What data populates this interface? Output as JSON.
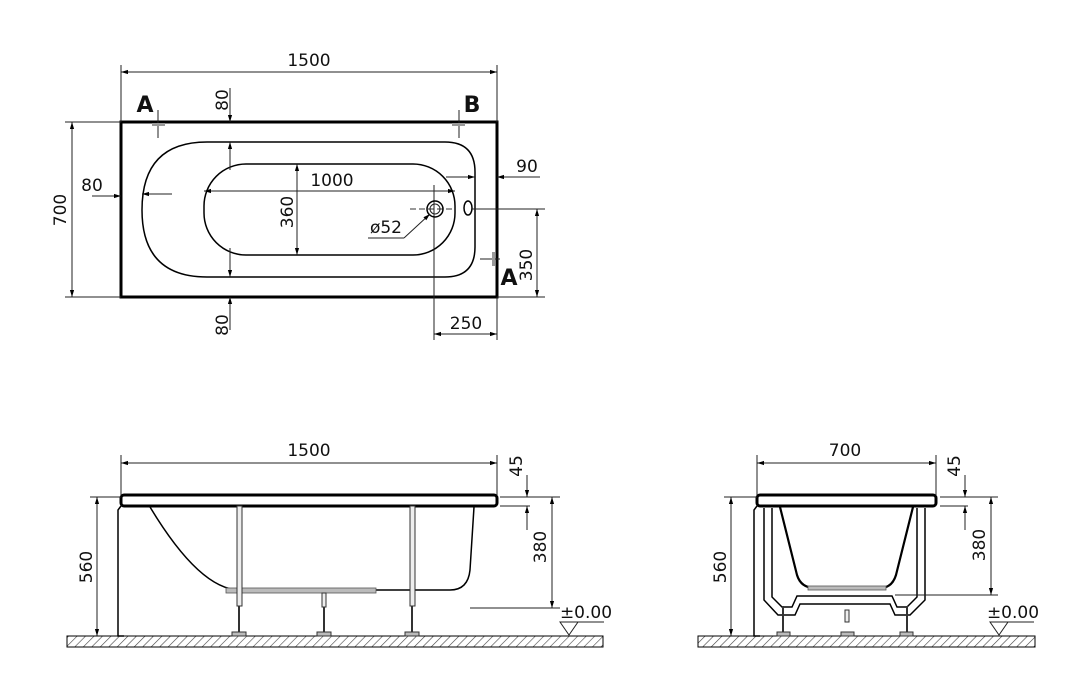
{
  "top_view": {
    "length": "1500",
    "width": "700",
    "rim_top": "80",
    "rim_bottom": "80",
    "rim_left": "80",
    "rim_right": "90",
    "inner_length": "1000",
    "inner_width": "360",
    "drain_diameter": "ø52",
    "drain_from_side": "350",
    "drain_from_end": "250",
    "section_a": "A",
    "section_b": "B",
    "section_a2": "A"
  },
  "side_view": {
    "length": "1500",
    "rim_height": "45",
    "depth": "380",
    "total_height": "560",
    "floor_level": "±0.00"
  },
  "end_view": {
    "width": "700",
    "rim_height": "45",
    "depth": "380",
    "total_height": "560",
    "floor_level": "±0.00"
  }
}
